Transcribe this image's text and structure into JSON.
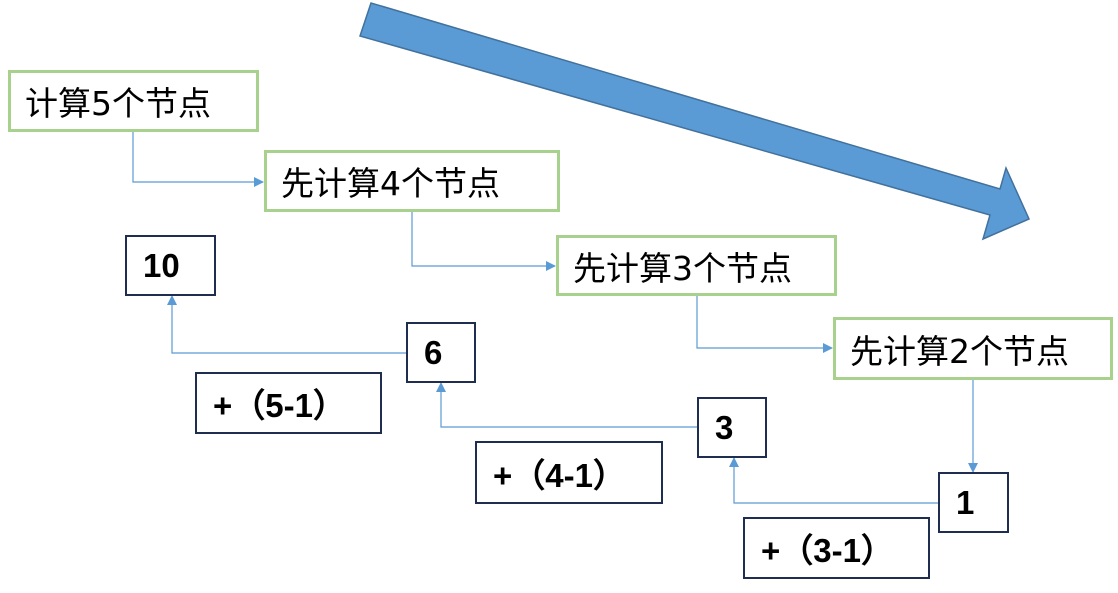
{
  "colors": {
    "big_arrow": "#5b9bd5",
    "big_arrow_outline": "#41719c",
    "connector": "#5b9bd5",
    "step_border": "#a9d18e",
    "result_border": "#1f2d50"
  },
  "steps": [
    "计算5个节点",
    "先计算4个节点",
    "先计算3个节点",
    "先计算2个节点"
  ],
  "results": [
    "1",
    "3",
    "6",
    "10"
  ],
  "additions": [
    "+（3-1）",
    "+（4-1）",
    "+（5-1）"
  ]
}
